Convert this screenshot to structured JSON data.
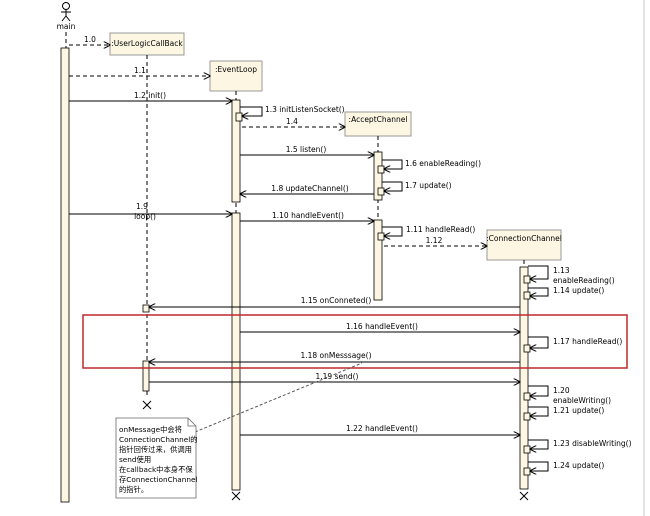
{
  "actor": {
    "label": "main"
  },
  "lifelines": {
    "userlogic": ":UserLogicCallBack",
    "eventloop": ":EventLoop",
    "acceptchannel": ":AcceptChannel",
    "connectionchannel": ":ConnectionChannel"
  },
  "messages": {
    "m1_0": "1.0",
    "m1_1": "1.1",
    "m1_2": "1.2 init()",
    "m1_3": "1.3 initListenSocket()",
    "m1_4": "1.4",
    "m1_5": "1.5 listen()",
    "m1_6": "1.6 enableReading()",
    "m1_7": "1.7 update()",
    "m1_8": "1.8 updateChannel()",
    "m1_9a": "1.9",
    "m1_9b": "loop()",
    "m1_10": "1.10 handleEvent()",
    "m1_11": "1.11 handleRead()",
    "m1_12": "1.12",
    "m1_13a": "1.13",
    "m1_13b": "enableReading()",
    "m1_14": "1.14 update()",
    "m1_15": "1.15 onConneted()",
    "m1_16": "1.16 handleEvent()",
    "m1_17": "1.17 handleRead()",
    "m1_18": "1.18 onMesssage()",
    "m1_19": "1.19 send()",
    "m1_20a": "1.20",
    "m1_20b": "enableWriting()",
    "m1_21": "1.21 update()",
    "m1_22": "1.22 handleEvent()",
    "m1_23": "1.23 disableWriting()",
    "m1_24": "1.24 update()"
  },
  "note": {
    "lines": [
      "onMessage中会将",
      "ConnectionChannel的",
      "指针回传过来，供调用",
      "send使用",
      "在callback中本身不保",
      "存ConnectionChannel",
      "的指针。"
    ]
  },
  "colors": {
    "lifeline_fill": "#fdf6e3",
    "highlight_border": "#c0282c",
    "note_fill": "#ffffff"
  }
}
